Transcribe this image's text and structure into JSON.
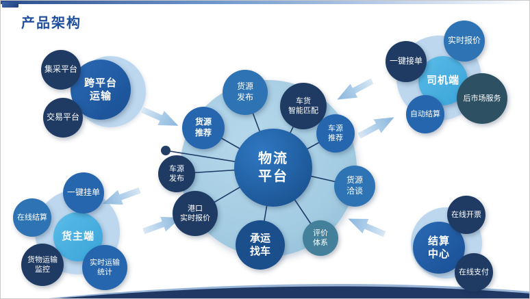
{
  "slide": {
    "title": "产品架构"
  },
  "palette": {
    "title_blue": "#1F4E9C",
    "navy": "#1F3B63",
    "royal_blue": "#1E5CA8",
    "steel_blue": "#2E74B5",
    "mid_blue": "#2566AE",
    "sky_blue": "#41A8DC",
    "teal": "#44809A",
    "slate": "#2D5163",
    "light_circle": "#BDD7EE",
    "center_circle": "#A9CFE5",
    "arrow_blue": "#9DC3E6",
    "footer_navy": "#1F3864"
  },
  "center": {
    "core_label": "物流\n平台",
    "satellites": [
      {
        "label": "货源\n发布"
      },
      {
        "label": "车货\n智能匹配"
      },
      {
        "label": "车源\n推荐"
      },
      {
        "label": "货源\n洽谈"
      },
      {
        "label": "评价\n体系"
      },
      {
        "label": "承运\n找车"
      },
      {
        "label": "港口\n实时报价"
      },
      {
        "label": "车源\n发布"
      },
      {
        "label": "货源\n推荐"
      }
    ]
  },
  "clusters": {
    "cross_platform": {
      "main": "跨平台\n运输",
      "items": [
        {
          "label": "集采平台"
        },
        {
          "label": "交易平台"
        }
      ]
    },
    "shipper": {
      "main": "货主端",
      "items": [
        {
          "label": "一键挂单"
        },
        {
          "label": "在线结算"
        },
        {
          "label": "货物运输\n监控"
        },
        {
          "label": "实时运输\n统计"
        }
      ]
    },
    "driver": {
      "main": "司机端",
      "items": [
        {
          "label": "一键接单"
        },
        {
          "label": "实时报价"
        },
        {
          "label": "后市场服务"
        },
        {
          "label": "自动结算"
        }
      ]
    },
    "settlement": {
      "main": "结算\n中心",
      "items": [
        {
          "label": "在线开票"
        },
        {
          "label": "在线支付"
        }
      ]
    }
  }
}
